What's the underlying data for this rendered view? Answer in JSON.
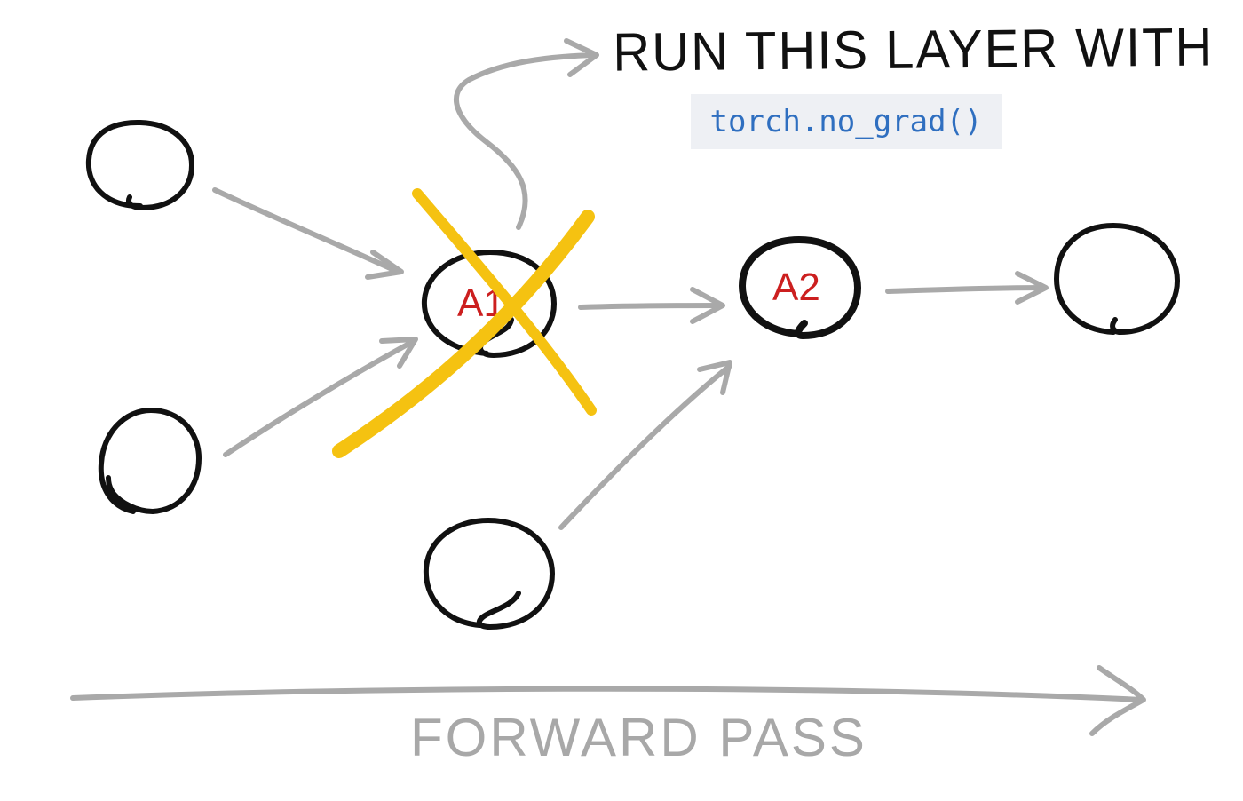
{
  "annotation": {
    "text": "RUN THIS LAYER WITH",
    "code": "torch.no_grad()"
  },
  "nodes": {
    "a1_label": "A1",
    "a2_label": "A2"
  },
  "axis": {
    "label": "FORWARD PASS"
  },
  "colors": {
    "ink": "#111111",
    "arrow": "#a9a9a9",
    "label_red": "#cc1f1f",
    "cross_yellow": "#f5c211",
    "code_blue": "#2f6fc0",
    "code_bg": "#eef0f4"
  },
  "icons": {
    "cross": "x-mark-icon"
  }
}
